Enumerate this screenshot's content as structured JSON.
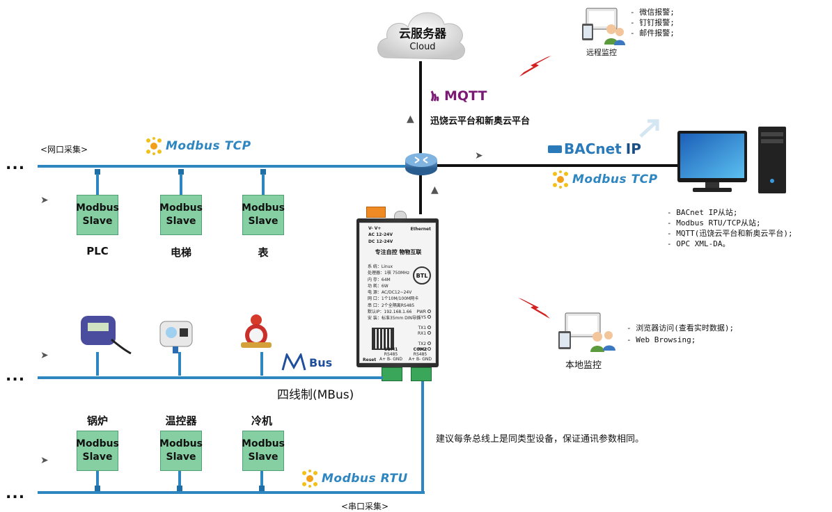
{
  "cloud": {
    "title": "云服务器",
    "subtitle": "Cloud"
  },
  "protocols": {
    "mqtt": "MQTT",
    "mqtt_platform": "迅饶云平台和新奥云平台",
    "bacnet": "BACnet",
    "bacnet_ip": "IP",
    "modbus_tcp": "Modbus TCP",
    "modbus_rtu": "Modbus RTU",
    "mbus": "Bus"
  },
  "remote": {
    "label": "远程监控",
    "items": [
      "- 微信报警;",
      "- 钉钉报警;",
      "- 邮件报警;"
    ]
  },
  "local": {
    "label": "本地监控",
    "items": [
      "- 浏览器访问(查看实时数据);",
      "- Web Browsing;"
    ]
  },
  "pc_features": [
    "- BACnet IP从站;",
    "- Modbus RTU/TCP从站;",
    "- MQTT(迅饶云平台和新奥云平台);",
    "- OPC XML-DA。"
  ],
  "network": {
    "label": "<网口采集>",
    "dots": "...",
    "slaves": [
      {
        "line1": "Modbus",
        "line2": "Slave",
        "caption": "PLC"
      },
      {
        "line1": "Modbus",
        "line2": "Slave",
        "caption": "电梯"
      },
      {
        "line1": "Modbus",
        "line2": "Slave",
        "caption": "表"
      }
    ]
  },
  "mbus_section": {
    "dots": "...",
    "caption": "四线制(MBus)"
  },
  "serial": {
    "label": "<串口采集>",
    "dots": "...",
    "slaves": [
      {
        "line1": "Modbus",
        "line2": "Slave",
        "caption": "锅炉"
      },
      {
        "line1": "Modbus",
        "line2": "Slave",
        "caption": "温控器"
      },
      {
        "line1": "Modbus",
        "line2": "Slave",
        "caption": "冷机"
      }
    ]
  },
  "note": "建议每条总线上是同类型设备，保证通讯参数相同。",
  "gateway": {
    "slogan": "专注自控 物物互联",
    "power_top": "V-  V+",
    "power_ac": "AC 12-24V",
    "power_dc": "DC 12-24V",
    "ethernet": "Ethernet",
    "specs": [
      "系 统：Linux",
      "处理器：1核 750MHz",
      "内 存：64M",
      "功 耗：6W",
      "电 源：AC/DC12~24V",
      "网 口：1个10M/100M网卡",
      "串 口：2个全隔离RS485",
      "默认IP：192.168.1.66",
      "安 装：标准35mm DIN导轨"
    ],
    "leds": [
      "PWR",
      "SYS",
      "TX1",
      "RX1",
      "TX2",
      "RX2"
    ],
    "reset": "Reset",
    "com1": "COM1",
    "com2": "COM2",
    "rs485": "RS485",
    "pins": "A+  B-  GND",
    "btl": "BTL"
  },
  "colors": {
    "bus": "#2e86c1",
    "slave_fill": "#86cfa3",
    "mqtt": "#7b1a75",
    "bacnet": "#2a7ab9",
    "lightning": "#d42222"
  }
}
